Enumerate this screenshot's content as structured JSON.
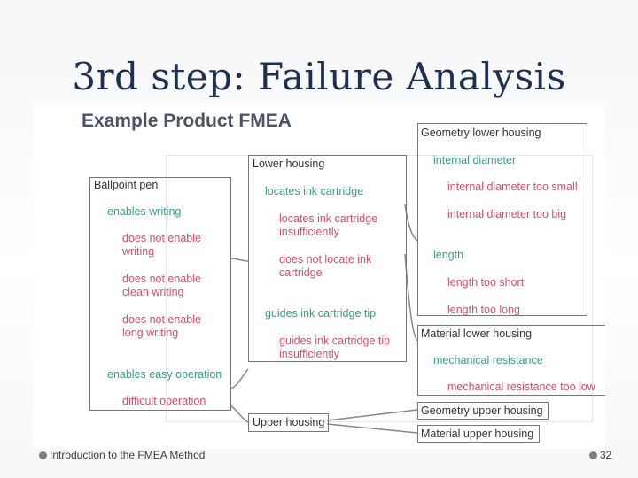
{
  "slide": {
    "title": "3rd step: Failure Analysis"
  },
  "figure": {
    "heading": "Example Product FMEA",
    "ballpoint_pen": {
      "label": "Ballpoint pen",
      "function_1": "enables writing",
      "failures_1": [
        "does not enable writing",
        "does not enable clean writing",
        "does not enable long writing"
      ],
      "function_2": "enables easy operation",
      "failures_2": [
        "difficult operation"
      ]
    },
    "lower_housing": {
      "label": "Lower housing",
      "function_1": "locates ink cartridge",
      "failures_1": [
        "locates ink cartridge insufficiently",
        "does not locate ink cartridge"
      ],
      "function_2": "guides ink cartridge tip",
      "failures_2": [
        "guides ink cartridge tip insufficiently"
      ]
    },
    "upper_housing": {
      "label": "Upper housing"
    },
    "geometry_lower": {
      "label": "Geometry lower housing",
      "function_1": "internal diameter",
      "failures_1": [
        "internal diameter too small",
        "internal diameter too big"
      ],
      "function_2": "length",
      "failures_2": [
        "length too short",
        "length too long"
      ]
    },
    "material_lower": {
      "label": "Material lower housing",
      "function_1": "mechanical resistance",
      "failures_1": [
        "mechanical resistance too low"
      ]
    },
    "geometry_upper": {
      "label": "Geometry upper housing"
    },
    "material_upper": {
      "label": "Material upper housing"
    }
  },
  "footer": {
    "text": "Introduction to the FMEA Method",
    "page": "32"
  }
}
